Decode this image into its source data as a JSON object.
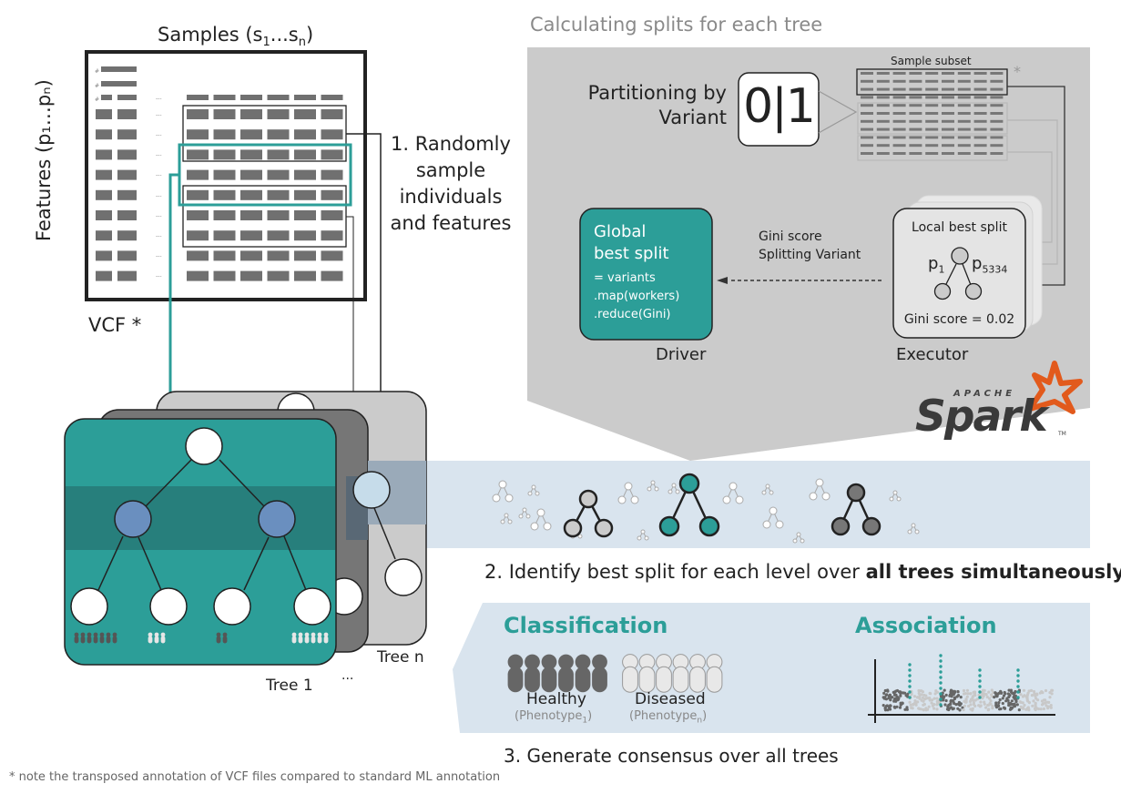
{
  "vcf": {
    "samples_label": "Samples (s",
    "samples_sub1": "1",
    "samples_mid": "...s",
    "samples_subn": "n",
    "samples_close": ")",
    "features_label": "Features (p₁…pₙ)",
    "vcf_label": "VCF *",
    "header_marker": "#",
    "ellipsis": "---"
  },
  "step1": {
    "lines": [
      "1. Randomly",
      "sample",
      "individuals",
      "and features"
    ]
  },
  "spark_panel": {
    "title": "Calculating splits for each tree",
    "partition_label_line1": "Partitioning by",
    "partition_label_line2": "Variant",
    "partition_value": "0|1",
    "sample_subset_label": "Sample subset",
    "asterisk": "*",
    "driver": {
      "title_line1": "Global",
      "title_line2": "best split",
      "code": [
        "= variants",
        ".map(workers)",
        ".reduce(Gini)"
      ],
      "caption": "Driver"
    },
    "message": {
      "line1": "Gini score",
      "line2": "Splitting Variant"
    },
    "executor": {
      "title": "Local best split",
      "left_label": "p",
      "left_sub": "1",
      "right_label": "p",
      "right_sub": "5334",
      "gini": "Gini score = 0.02",
      "caption": "Executor"
    },
    "logo": {
      "apache": "APACHE",
      "spark": "Spark",
      "tm": "TM"
    }
  },
  "trees": {
    "tree1_label": "Tree 1",
    "ellipsis": "...",
    "treen_label": "Tree n"
  },
  "step2": {
    "text_regular": "2. Identify best split for each level over ",
    "text_bold": "all trees simultaneously"
  },
  "outcome_panel": {
    "classification_title": "Classification",
    "healthy_label": "Healthy",
    "healthy_sub_prefix": "(Phenotype",
    "healthy_sub_index": "1",
    "healthy_sub_suffix": ")",
    "diseased_label": "Diseased",
    "diseased_sub_prefix": "(Phenotype",
    "diseased_sub_index": "n",
    "diseased_sub_suffix": ")",
    "association_title": "Association"
  },
  "step3": {
    "text": "3. Generate consensus over all trees"
  },
  "footnote": "* note the transposed annotation of VCF files compared to standard ML annotation",
  "colors": {
    "teal": "#2c9e98",
    "teal_dark": "#237f7b",
    "blue_node": "#6a8fbf",
    "panel_gray": "#cbcbcb",
    "light_blue_band": "#d9e4ee",
    "dark_gray": "#707070",
    "spark_orange": "#e25a1c",
    "title_gray": "#888888"
  }
}
